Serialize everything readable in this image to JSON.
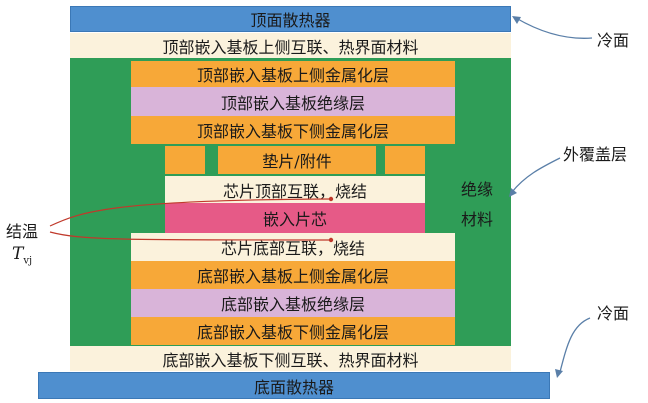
{
  "layers": {
    "top_heatsink": "顶面散热器",
    "top_interface": "顶部嵌入基板上侧互联、热界面材料",
    "top_upper_metal": "顶部嵌入基板上侧金属化层",
    "top_insulation": "顶部嵌入基板绝缘层",
    "top_lower_metal": "顶部嵌入基板下侧金属化层",
    "pad": "垫片/附件",
    "chip_top_interconnect": "芯片顶部互联，烧结",
    "chip": "嵌入片芯",
    "chip_bottom_interconnect": "芯片底部互联，烧结",
    "bottom_upper_metal": "底部嵌入基板上侧金属化层",
    "bottom_insulation": "底部嵌入基板绝缘层",
    "bottom_lower_metal": "底部嵌入基板下侧金属化层",
    "bottom_interface": "底部嵌入基板下侧互联、热界面材料",
    "bottom_heatsink": "底面散热器",
    "insulating_material_line1": "绝缘",
    "insulating_material_line2": "材料"
  },
  "callouts": {
    "cold_side_top": "冷面",
    "outer_cover": "外覆盖层",
    "cold_side_bottom": "冷面",
    "junction_temp": "结温",
    "tvj_symbol": "T",
    "tvj_subscript": "vj"
  },
  "colors": {
    "heatsink": "#4f8fcf",
    "interface": "#fbf2dc",
    "metallization": "#f7a838",
    "insulation": "#d9b4d9",
    "chip": "#e65a87",
    "encapsulant": "#2f9d57",
    "arrow": "#5a7fa8",
    "junction_line": "#c0392b"
  }
}
